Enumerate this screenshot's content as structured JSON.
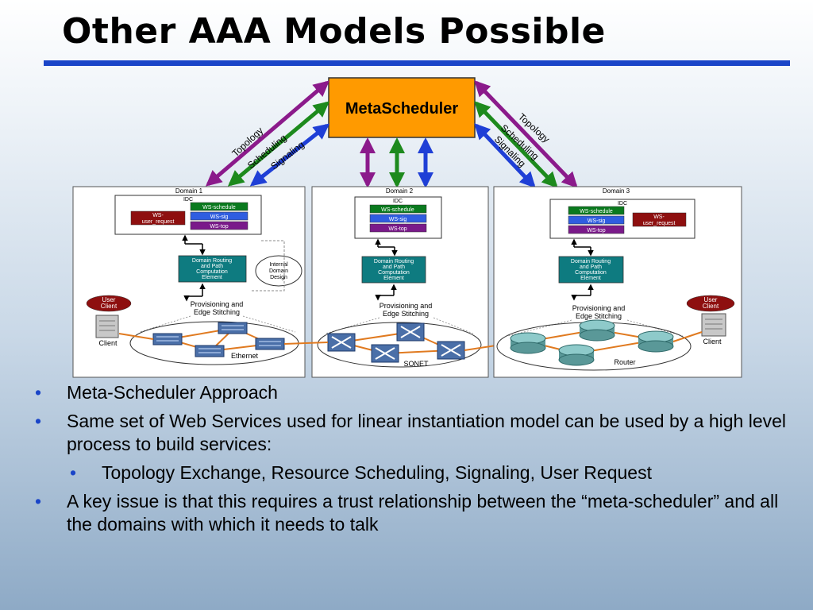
{
  "slide": {
    "title": "Other AAA Models Possible",
    "accent_color": "#1a45c8"
  },
  "diagram": {
    "metascheduler": "MetaScheduler",
    "left_links": [
      "Topology",
      "Scheduling",
      "Signaling"
    ],
    "right_links": [
      "Topology",
      "Scheduling",
      "Signaling"
    ],
    "link_colors": {
      "topology": "#8b1a8b",
      "scheduling": "#1d8a1d",
      "signaling": "#1f3fd6"
    },
    "idc_label": "IDC",
    "ws_schedule": "WS-schedule",
    "ws_sig": "WS-sig",
    "ws_top": "WS-top",
    "ws_user_request_line1": "WS-",
    "ws_user_request_line2": "user_request",
    "drpce": [
      "Domain Routing",
      "and Path",
      "Computation",
      "Element"
    ],
    "prov": [
      "Provisioning and",
      "Edge Stitching"
    ],
    "internal": [
      "Internal",
      "Domain",
      "Design"
    ],
    "user_client": [
      "User",
      "Client"
    ],
    "client": "Client",
    "domains": [
      {
        "name": "Domain 1",
        "tech": "Ethernet"
      },
      {
        "name": "Domain 2",
        "tech": "SONET"
      },
      {
        "name": "Domain 3",
        "tech": "Router"
      }
    ]
  },
  "bullets": {
    "item1": "Meta-Scheduler Approach",
    "item2": "Same set of Web Services used for linear instantiation model can be used by a high level process to  build services:",
    "sub1": "Topology Exchange, Resource Scheduling, Signaling, User Request",
    "item3": "A key issue is that this requires a trust relationship between the “meta-scheduler” and all the domains with which it needs to talk"
  },
  "bullet_glyph": "•"
}
